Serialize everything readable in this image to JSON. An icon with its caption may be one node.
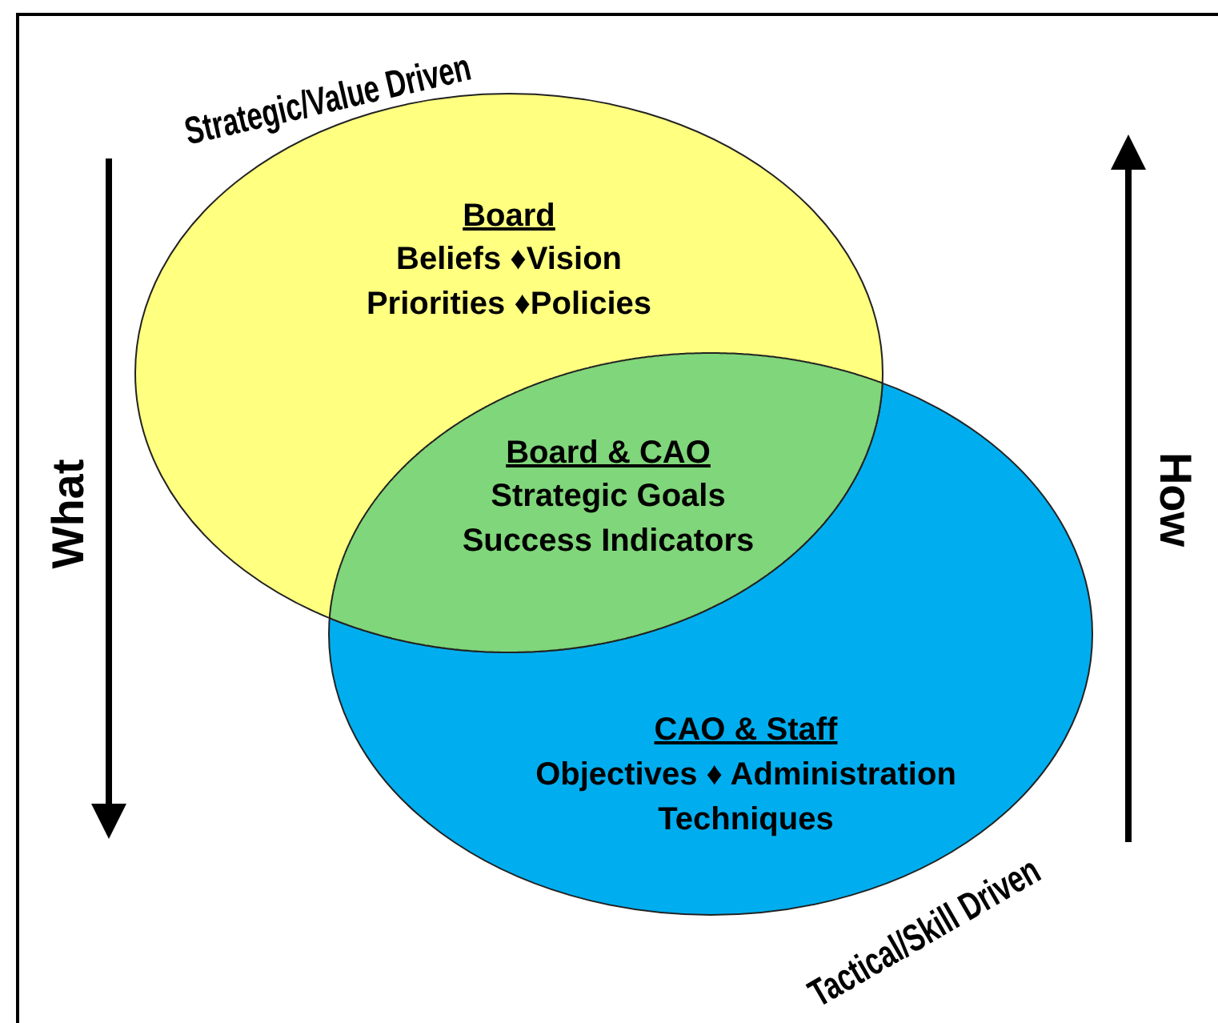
{
  "diagram": {
    "nodes": [
      {
        "text": [
          "Board",
          "Beliefs ♦Vision Priorities ♦Policies"
        ]
      },
      {
        "text": [
          "Board & CAO",
          "Strategic Goals Success Indicators"
        ]
      },
      {
        "text": [
          "CAO & Staff",
          "Objectives ♦ Administration Techniques"
        ]
      }
    ],
    "labels": [
      "Strategic/Value Driven",
      "What",
      "How",
      "Tactical/Skill Driven"
    ]
  }
}
